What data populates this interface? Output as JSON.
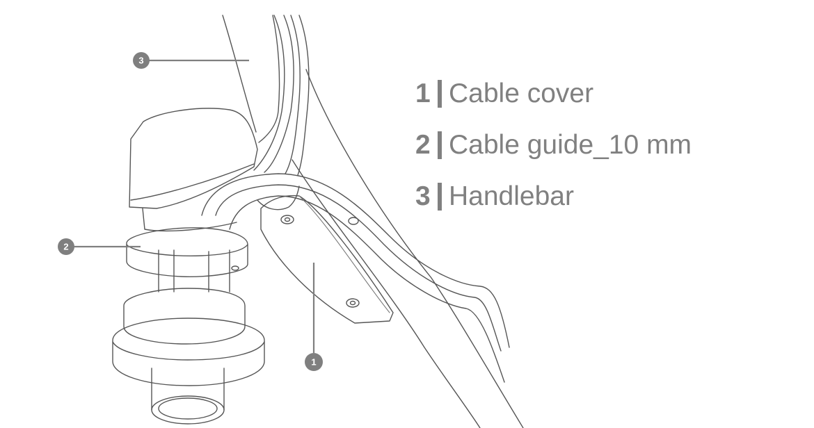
{
  "legend": {
    "items": [
      {
        "number": "1",
        "label": "Cable cover"
      },
      {
        "number": "2",
        "label": "Cable guide_10 mm"
      },
      {
        "number": "3",
        "label": "Handlebar"
      }
    ]
  },
  "markers": {
    "m1": "1",
    "m2": "2",
    "m3": "3"
  },
  "colors": {
    "legend_text": "#808080",
    "marker_fill": "#7f7f7f",
    "line_art": "#555555"
  }
}
